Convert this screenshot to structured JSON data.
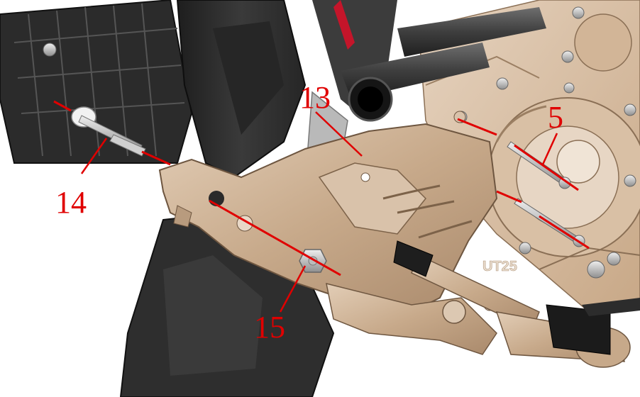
{
  "callouts": {
    "c13": "13",
    "c5": "5",
    "c14": "14",
    "c15": "15"
  },
  "engraving": "UT25",
  "colors": {
    "callout": "#e00000",
    "bronze": "#c9ac8e",
    "dark_plastic": "#2f2f2f",
    "engine_case": "#d7bca0"
  }
}
